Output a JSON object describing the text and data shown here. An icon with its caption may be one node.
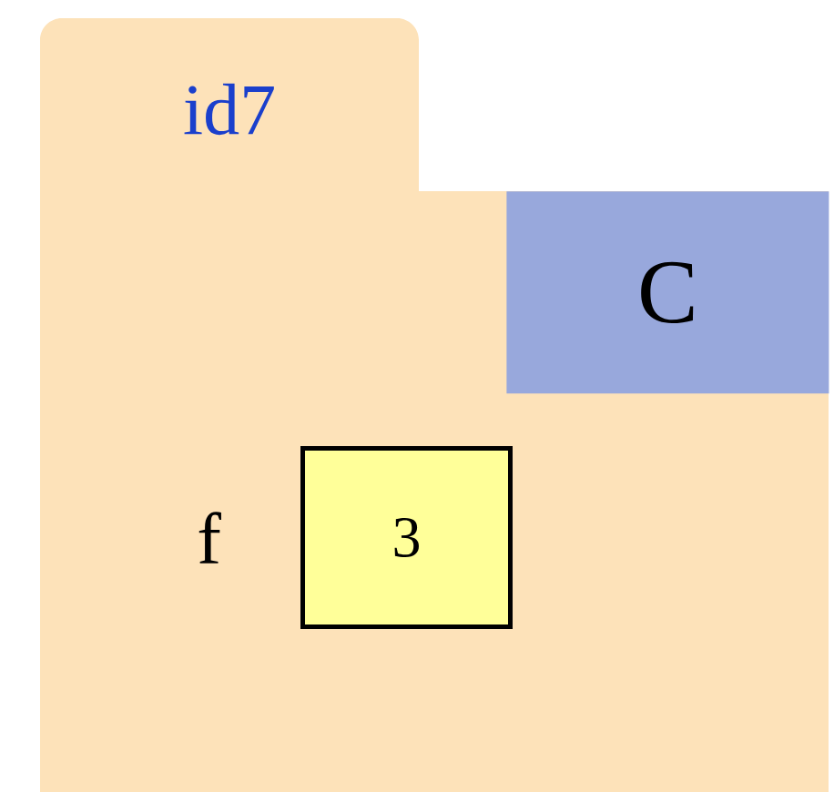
{
  "diagram": {
    "nodes": [
      {
        "text": [
          "id7"
        ]
      },
      {
        "text": [
          "C"
        ],
        "in": 0
      },
      {
        "text": [
          "3"
        ],
        "in": 0,
        "beside": [
          "f"
        ]
      }
    ]
  }
}
